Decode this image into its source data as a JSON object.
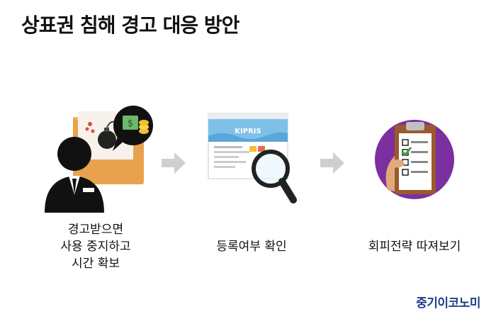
{
  "title": "상표권 침해 경고 대응 방안",
  "steps": [
    {
      "icon": "warning-letter-person-icon",
      "lines": [
        "경고받으면",
        "사용 중지하고",
        "시간 확보"
      ]
    },
    {
      "icon": "kipris-search-magnifier-icon",
      "lines": [
        "등록여부 확인"
      ]
    },
    {
      "icon": "clipboard-checklist-icon",
      "lines": [
        "회피전략 따져보기"
      ]
    }
  ],
  "screen_text": "KIPRIS",
  "brand": "중기이코노미",
  "colors": {
    "arrow": "#cfcfcf",
    "brand": "#1f3d8a",
    "envelope": "#e8a24e",
    "clipboard_circle": "#7b2fa0"
  }
}
